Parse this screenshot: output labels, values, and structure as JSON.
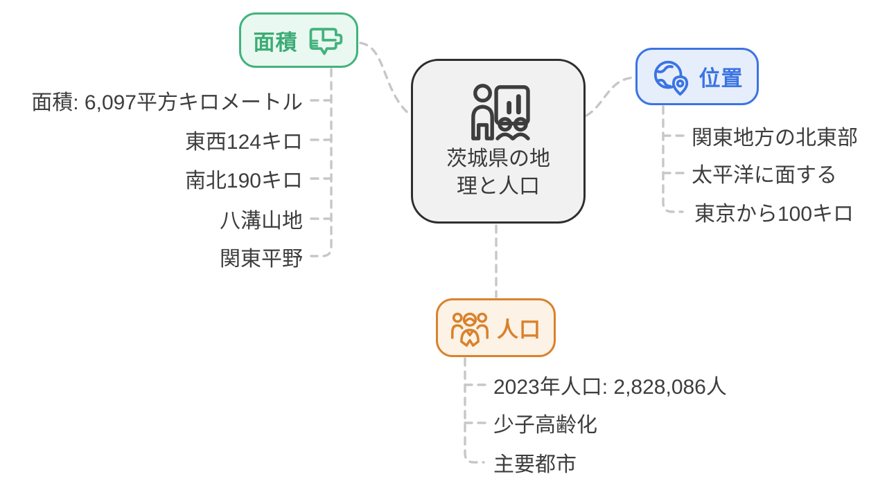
{
  "diagram": {
    "type": "mindmap",
    "background_color": "#ffffff",
    "connector_color": "#c7c7c7",
    "center": {
      "title": "茨城県の地理と人口",
      "title_line1": "茨城県の地",
      "title_line2": "理と人口",
      "icon": "presentation-audience-icon",
      "border_color": "#2e2e2e",
      "bg_color": "#f1f1f1"
    },
    "branches": [
      {
        "id": "area",
        "label": "面積",
        "icon": "map-area-icon",
        "position": "top-left",
        "accent_color": "#43b27d",
        "bg_color": "#e9f8f0",
        "items": [
          "面積: 6,097平方キロメートル",
          "東西124キロ",
          "南北190キロ",
          "八溝山地",
          "関東平野"
        ]
      },
      {
        "id": "location",
        "label": "位置",
        "icon": "globe-pin-icon",
        "position": "right",
        "accent_color": "#3b74e3",
        "bg_color": "#e7eefb",
        "items": [
          "関東地方の北東部",
          "太平洋に面する",
          "東京から100キロ"
        ]
      },
      {
        "id": "population",
        "label": "人口",
        "icon": "people-group-icon",
        "position": "bottom",
        "accent_color": "#d9822b",
        "bg_color": "#fcf2e6",
        "items": [
          "2023年人口: 2,828,086人",
          "少子高齢化",
          "主要都市"
        ]
      }
    ]
  }
}
